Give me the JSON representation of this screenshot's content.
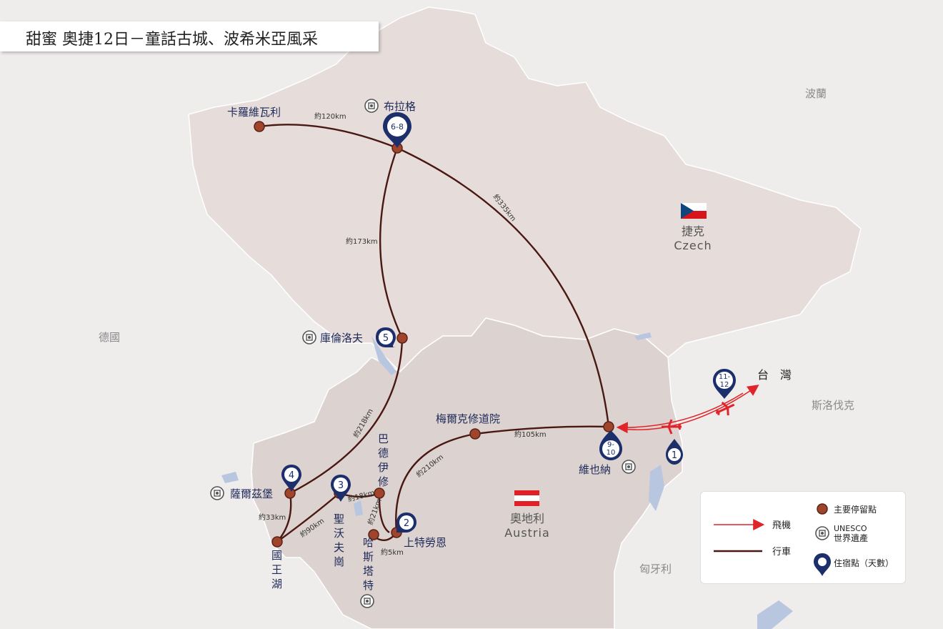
{
  "title": "甜蜜 奧捷12日－童話古城、波希米亞風采",
  "countries": {
    "poland": "波蘭",
    "germany": "德國",
    "czech_cn": "捷克",
    "czech_en": "Czech",
    "austria_cn": "奧地利",
    "austria_en": "Austria",
    "slovakia": "斯洛伐克",
    "hungary": "匈牙利",
    "taiwan": "台　灣"
  },
  "cities": {
    "karlovy_vary": "卡羅維瓦利",
    "prague": "布拉格",
    "cesky_krumlov": "庫倫洛夫",
    "salzburg": "薩爾茲堡",
    "konigssee": [
      "國",
      "王",
      "湖"
    ],
    "st_wolfgang": [
      "聖",
      "沃",
      "夫",
      "崗"
    ],
    "bad_ischl": [
      "巴",
      "德",
      "伊",
      "修"
    ],
    "hallstatt": [
      "哈",
      "斯",
      "塔",
      "特"
    ],
    "obertraun": "上特勞恩",
    "melk": "梅爾克修道院",
    "vienna": "維也納"
  },
  "distances": {
    "kv_prague": "約120km",
    "prague_ck": "約173km",
    "prague_vienna": "約335km",
    "ck_salzburg": "約218km",
    "salzburg_konigssee": "約33km",
    "konigssee_wolfgang": "約90km",
    "wolfgang_ischl": "約18km",
    "ischl_hallstatt": "約21km",
    "hallstatt_obertraun": "約5km",
    "obertraun_melk": "約210km",
    "melk_vienna": "約105km"
  },
  "pins": {
    "prague": "6-8",
    "cesky_krumlov": "5",
    "salzburg": "4",
    "st_wolfgang": "3",
    "obertraun": "2",
    "vienna_top": "9-",
    "vienna_bottom": "10",
    "arrival": "1",
    "departure_top": "11-",
    "departure_bottom": "12"
  },
  "legend": {
    "flight": "飛機",
    "drive": "行車",
    "stop": "主要停留點",
    "unesco_1": "UNESCO",
    "unesco_2": "世界遺產",
    "stay": "住宿點（天數）"
  },
  "colors": {
    "route": "#4a1812",
    "stop": "#a0452c",
    "pin": "#1c2f6b",
    "flight": "#e0242a",
    "czech_land": "#e6dddb",
    "austria_land": "#dcd3d0"
  }
}
